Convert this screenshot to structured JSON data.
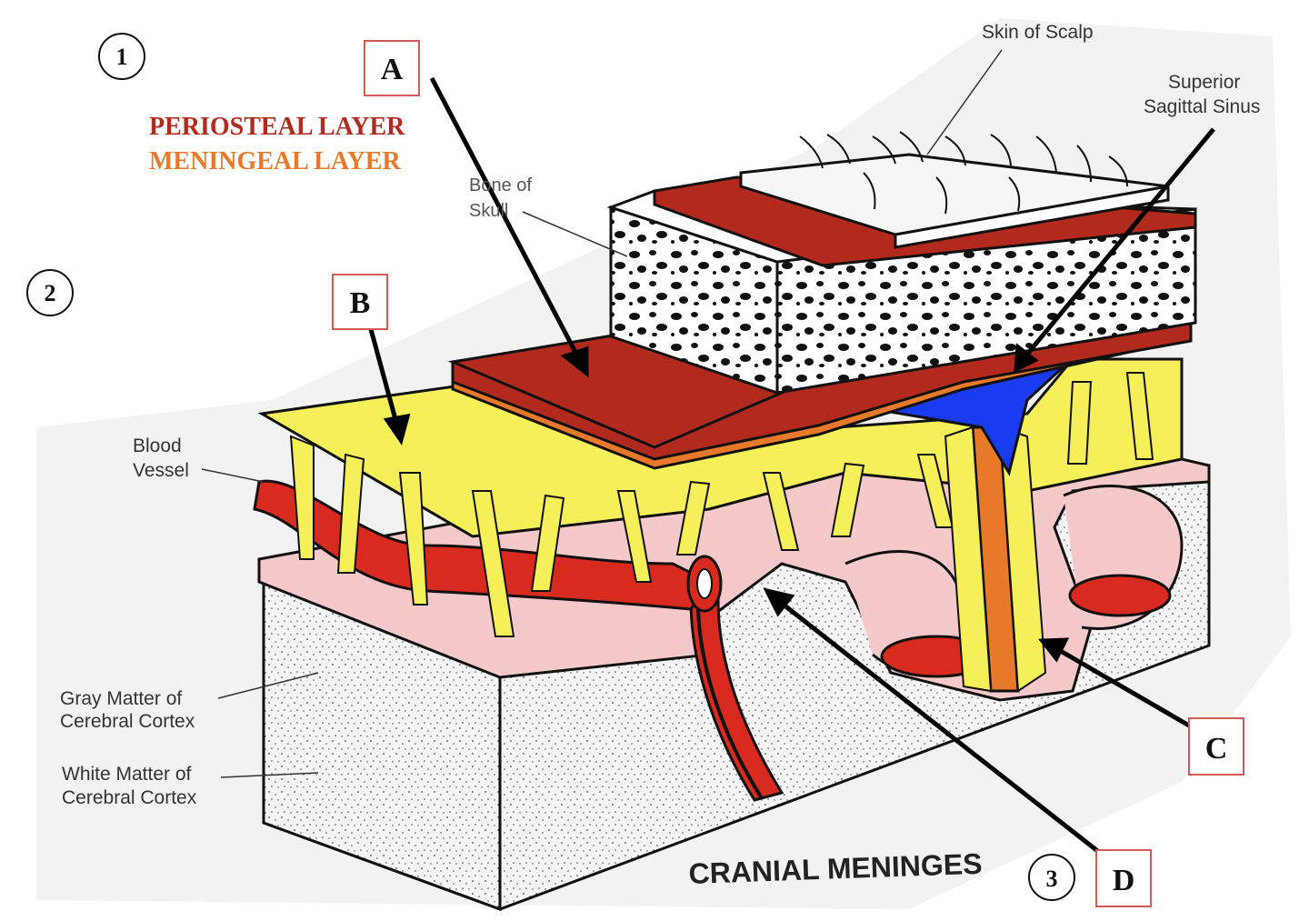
{
  "markers": {
    "circle_1": "1",
    "circle_2": "2",
    "circle_3": "3",
    "box_a": "A",
    "box_b": "B",
    "box_c": "C",
    "box_d": "D"
  },
  "legend": {
    "periosteal": "PERIOSTEAL LAYER",
    "meningeal": "MENINGEAL LAYER"
  },
  "labels": {
    "skin_of_scalp": "Skin of Scalp",
    "superior_line1": "Superior",
    "superior_line2": "Sagittal Sinus",
    "bone_line1": "Bone of",
    "bone_line2": "Skull",
    "blood_line1": "Blood",
    "blood_line2": "Vessel",
    "gray_line1": "Gray Matter of",
    "gray_line2": "Cerebral Cortex",
    "white_line1": "White Matter of",
    "white_line2": "Cerebral Cortex"
  },
  "title": "CRANIAL MENINGES",
  "colors": {
    "periosteal": "#b22a1e",
    "meningeal": "#e8782a",
    "arachnoid": "#f5f05a",
    "sinus": "#1a3cf0",
    "pia": "#f5c9c9",
    "vessel": "#d92a20",
    "marker_box": "#d45a5a"
  }
}
